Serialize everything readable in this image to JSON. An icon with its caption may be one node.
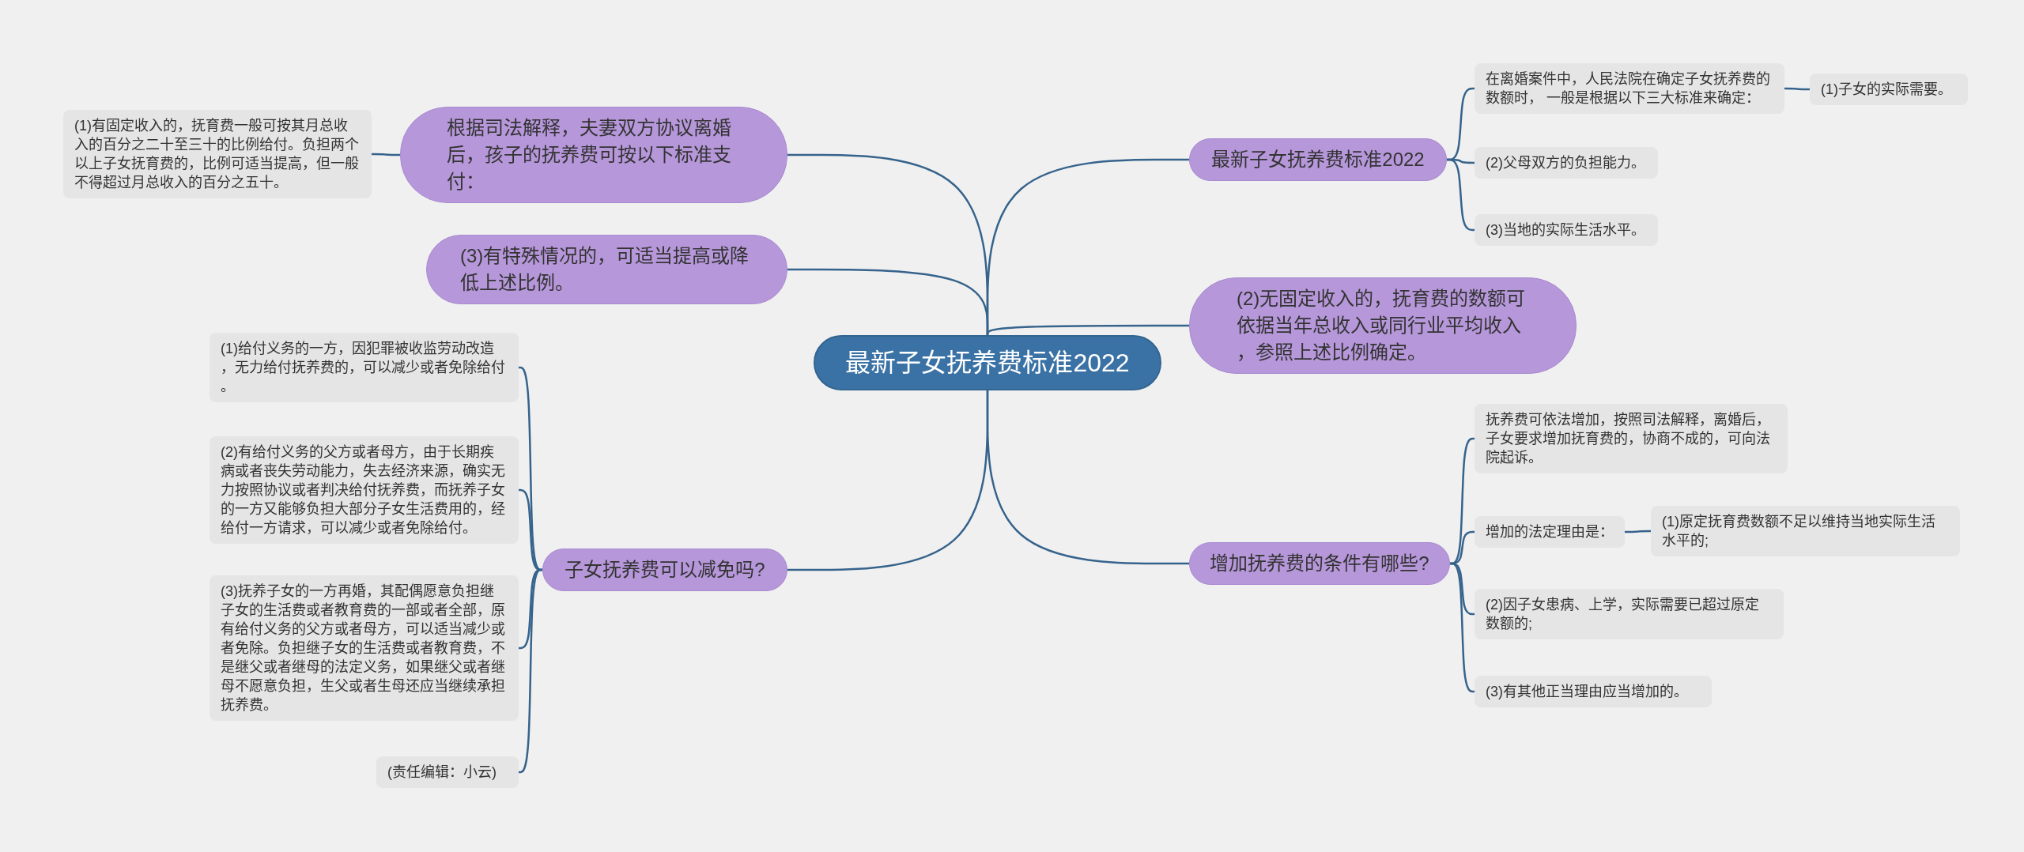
{
  "diagram": {
    "nodes": [
      {
        "text": [
          "最新子女抚养费标准2022"
        ]
      },
      {
        "text": [
          "根据司法解释，夫妻双方协议离婚后，孩子的抚养费可按以下标准支付："
        ]
      },
      {
        "text": [
          "(1)有固定收入的，抚育费一般可按其月总收入的百分之二十至三十的比例给付。负担两个以上子女抚育费的，比例可适当提高，但一般不得超过月总收入的百分之五十。"
        ]
      },
      {
        "text": [
          "(3)有特殊情况的，可适当提高或降低上述比例。"
        ]
      },
      {
        "text": [
          "子女抚养费可以减免吗?"
        ]
      },
      {
        "text": [
          "(1)给付义务的一方，因犯罪被收监劳动改造，无力给付抚养费的，可以减少或者免除给付。"
        ]
      },
      {
        "text": [
          "(2)有给付义务的父方或者母方，由于长期疾病或者丧失劳动能力，失去经济来源，确实无力按照协议或者判决给付抚养费，而抚养子女的一方又能够负担大部分子女生活费用的，经给付一方请求，可以减少或者免除给付。"
        ]
      },
      {
        "text": [
          "(3)抚养子女的一方再婚，其配偶愿意负担继子女的生活费或者教育费的一部或者全部，原有给付义务的父方或者母方，可以适当减少或者免除。负担继子女的生活费或者教育费，不是继父或者继母的法定义务，如果继父或者继母不愿意负担，生父或者生母还应当继续承担抚养费。"
        ]
      },
      {
        "text": [
          "(责任编辑：小云)"
        ]
      },
      {
        "text": [
          "最新子女抚养费标准2022"
        ]
      },
      {
        "text": [
          "在离婚案件中，人民法院在确定子女抚养费的数额时， 一般是根据以下三大标准来确定："
        ]
      },
      {
        "text": [
          "(1)子女的实际需要。"
        ]
      },
      {
        "text": [
          "(2)父母双方的负担能力。"
        ]
      },
      {
        "text": [
          "(3)当地的实际生活水平。"
        ]
      },
      {
        "text": [
          "(2)无固定收入的，抚育费的数额可依据当年总收入或同行业平均收入，参照上述比例确定。"
        ]
      },
      {
        "text": [
          "增加抚养费的条件有哪些?"
        ]
      },
      {
        "text": [
          "抚养费可依法增加，按照司法解释，离婚后，子女要求增加抚育费的，协商不成的，可向法院起诉。"
        ]
      },
      {
        "text": [
          "增加的法定理由是："
        ]
      },
      {
        "text": [
          "(1)原定抚育费数额不足以维持当地实际生活水平的;"
        ]
      },
      {
        "text": [
          "(2)因子女患病、上学，实际需要已超过原定数额的;"
        ]
      },
      {
        "text": [
          "(3)有其他正当理由应当增加的。"
        ]
      }
    ],
    "edges": [
      {
        "from": 0,
        "to": 1,
        "arrow": "none"
      },
      {
        "from": 1,
        "to": 2,
        "arrow": "none"
      },
      {
        "from": 0,
        "to": 3,
        "arrow": "none"
      },
      {
        "from": 0,
        "to": 4,
        "arrow": "none"
      },
      {
        "from": 4,
        "to": 5,
        "arrow": "none"
      },
      {
        "from": 4,
        "to": 6,
        "arrow": "none"
      },
      {
        "from": 4,
        "to": 7,
        "arrow": "none"
      },
      {
        "from": 4,
        "to": 8,
        "arrow": "none"
      },
      {
        "from": 0,
        "to": 9,
        "arrow": "none"
      },
      {
        "from": 9,
        "to": 10,
        "arrow": "none"
      },
      {
        "from": 10,
        "to": 11,
        "arrow": "none"
      },
      {
        "from": 9,
        "to": 12,
        "arrow": "none"
      },
      {
        "from": 9,
        "to": 13,
        "arrow": "none"
      },
      {
        "from": 0,
        "to": 14,
        "arrow": "none"
      },
      {
        "from": 0,
        "to": 15,
        "arrow": "none"
      },
      {
        "from": 15,
        "to": 16,
        "arrow": "none"
      },
      {
        "from": 15,
        "to": 17,
        "arrow": "none"
      },
      {
        "from": 17,
        "to": 18,
        "arrow": "none"
      },
      {
        "from": 15,
        "to": 19,
        "arrow": "none"
      },
      {
        "from": 15,
        "to": 20,
        "arrow": "none"
      }
    ]
  }
}
